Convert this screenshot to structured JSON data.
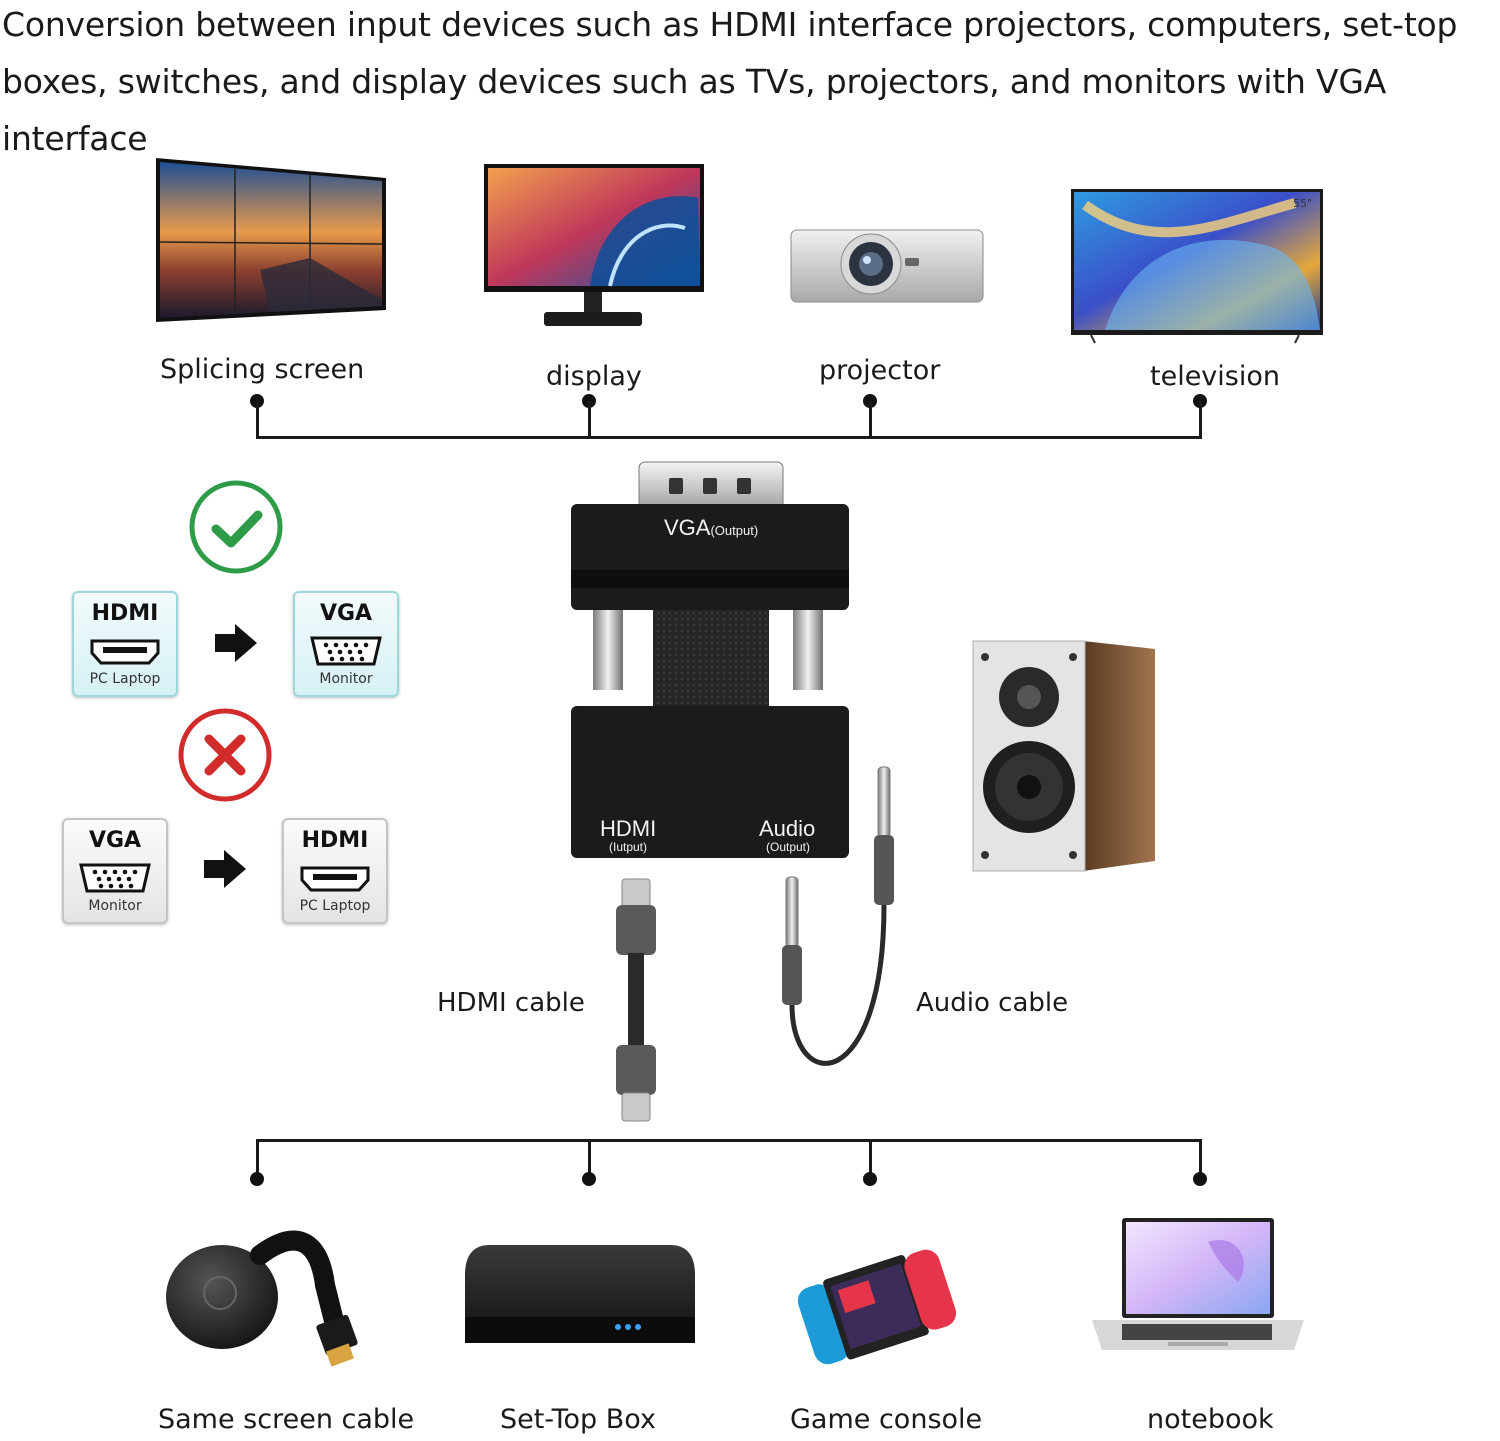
{
  "headline": "Conversion between input devices such as HDMI interface projectors, computers, set-top boxes, switches, and display devices such as TVs, projectors, and monitors with VGA interface",
  "outputs": {
    "splicing": "Splicing screen",
    "display": "display",
    "projector": "projector",
    "television": "television",
    "tv_size_mark": "55\""
  },
  "adapter": {
    "vga_port": "VGA",
    "vga_port_note": "(Output)",
    "hdmi_port": "HDMI",
    "hdmi_port_note": "(Iutput)",
    "audio_port": "Audio",
    "audio_port_note": "(Output)"
  },
  "direction": {
    "supported": {
      "from_title": "HDMI",
      "from_sub": "PC Laptop",
      "to_title": "VGA",
      "to_sub": "Monitor"
    },
    "unsupported": {
      "from_title": "VGA",
      "from_sub": "Monitor",
      "to_title": "HDMI",
      "to_sub": "PC Laptop"
    }
  },
  "cables": {
    "hdmi": "HDMI cable",
    "audio": "Audio cable"
  },
  "inputs": {
    "same_screen": "Same screen cable",
    "set_top": "Set-Top Box",
    "game": "Game console",
    "notebook": "notebook"
  },
  "colors": {
    "check": "#2e9b48",
    "cross": "#d22b2b",
    "adapter": "#1b1b1b"
  },
  "icons": [
    "check-icon",
    "cross-icon",
    "arrow-right-icon",
    "hdmi-port-icon",
    "vga-port-icon"
  ]
}
